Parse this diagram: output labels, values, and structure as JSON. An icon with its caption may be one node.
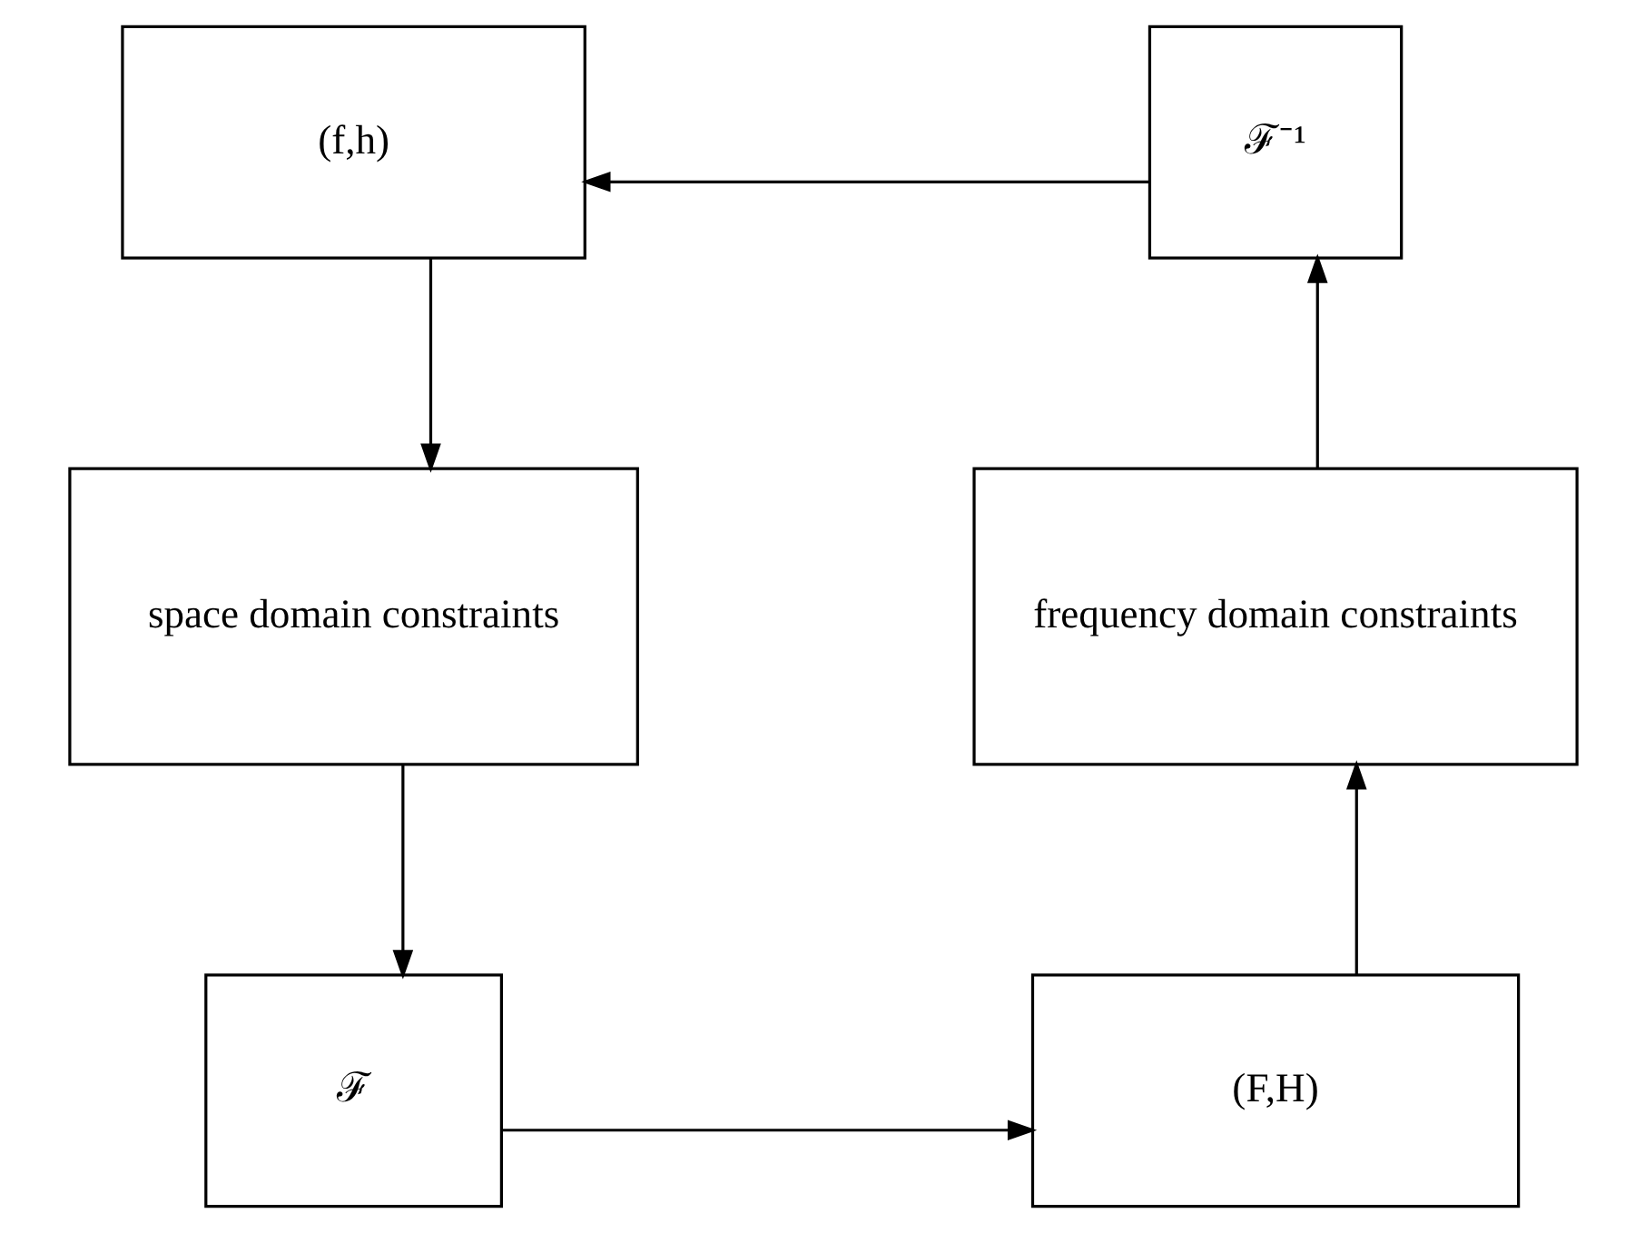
{
  "diagram": {
    "nodes": [
      {
        "text": [
          "(f,h)"
        ]
      },
      {
        "text": [
          "ℱ⁻¹"
        ]
      },
      {
        "text": [
          "space domain constraints"
        ]
      },
      {
        "text": [
          "frequency domain constraints"
        ]
      },
      {
        "text": [
          "ℱ"
        ]
      },
      {
        "text": [
          "(F,H)"
        ]
      }
    ],
    "edges": [
      {
        "from": 1,
        "to": 0,
        "arrow": "to"
      },
      {
        "from": 0,
        "to": 2,
        "arrow": "to"
      },
      {
        "from": 2,
        "to": 4,
        "arrow": "to"
      },
      {
        "from": 4,
        "to": 5,
        "arrow": "to"
      },
      {
        "from": 5,
        "to": 3,
        "arrow": "to"
      },
      {
        "from": 3,
        "to": 1,
        "arrow": "to"
      }
    ]
  }
}
